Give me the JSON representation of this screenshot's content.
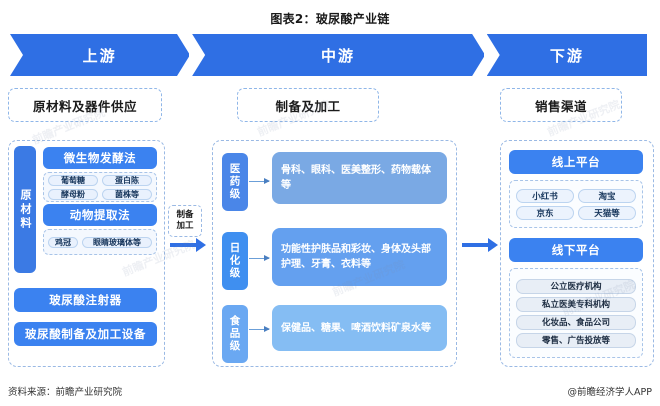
{
  "title": "图表2：玻尿酸产业链",
  "banner": {
    "stages": [
      {
        "label": "上游"
      },
      {
        "label": "中游"
      },
      {
        "label": "下游"
      }
    ]
  },
  "sections": {
    "upstream": {
      "heading": "原材料及器件供应",
      "vertical_label": "原材料",
      "methods": [
        {
          "title": "微生物发酵法",
          "items": [
            "葡萄糖",
            "蛋白陈",
            "酵母粉",
            "菌株等"
          ]
        },
        {
          "title": "动物提取法",
          "items": [
            "鸡冠",
            "眼睛玻璃体等"
          ]
        }
      ],
      "devices": [
        "玻尿酸注射器",
        "玻尿酸制备及加工设备"
      ]
    },
    "midstream": {
      "heading": "制备及加工",
      "grades": [
        {
          "label": "医药级",
          "content": "骨科、眼科、医美整形、药物载体等",
          "color": "#7aa9e4"
        },
        {
          "label": "日化级",
          "content": "功能性护肤品和彩妆、身体及头部护理、牙膏、衣料等",
          "color": "#64a0ef"
        },
        {
          "label": "食品级",
          "content": "保健品、糖果、啤酒饮料矿泉水等",
          "color": "#85bdf3"
        }
      ]
    },
    "downstream": {
      "heading": "销售渠道",
      "channels": [
        {
          "title": "线上平台",
          "items": [
            "小红书",
            "淘宝",
            "京东",
            "天猫等"
          ]
        },
        {
          "title": "线下平台",
          "items": [
            "公立医疗机构",
            "私立医美专科机构",
            "化妆品、食品公司",
            "零售、广告投放等"
          ]
        }
      ]
    }
  },
  "connector": {
    "label_line1": "制备",
    "label_line2": "加工"
  },
  "footer": {
    "source": "资料来源：前瞻产业研究院",
    "credit": "@前瞻经济学人APP"
  },
  "watermark": "前瞻产业研究院",
  "colors": {
    "banner_blue": "#2f6fe4",
    "bar_blue": "#3b82f0",
    "dashed_border": "#9ab9e4"
  }
}
